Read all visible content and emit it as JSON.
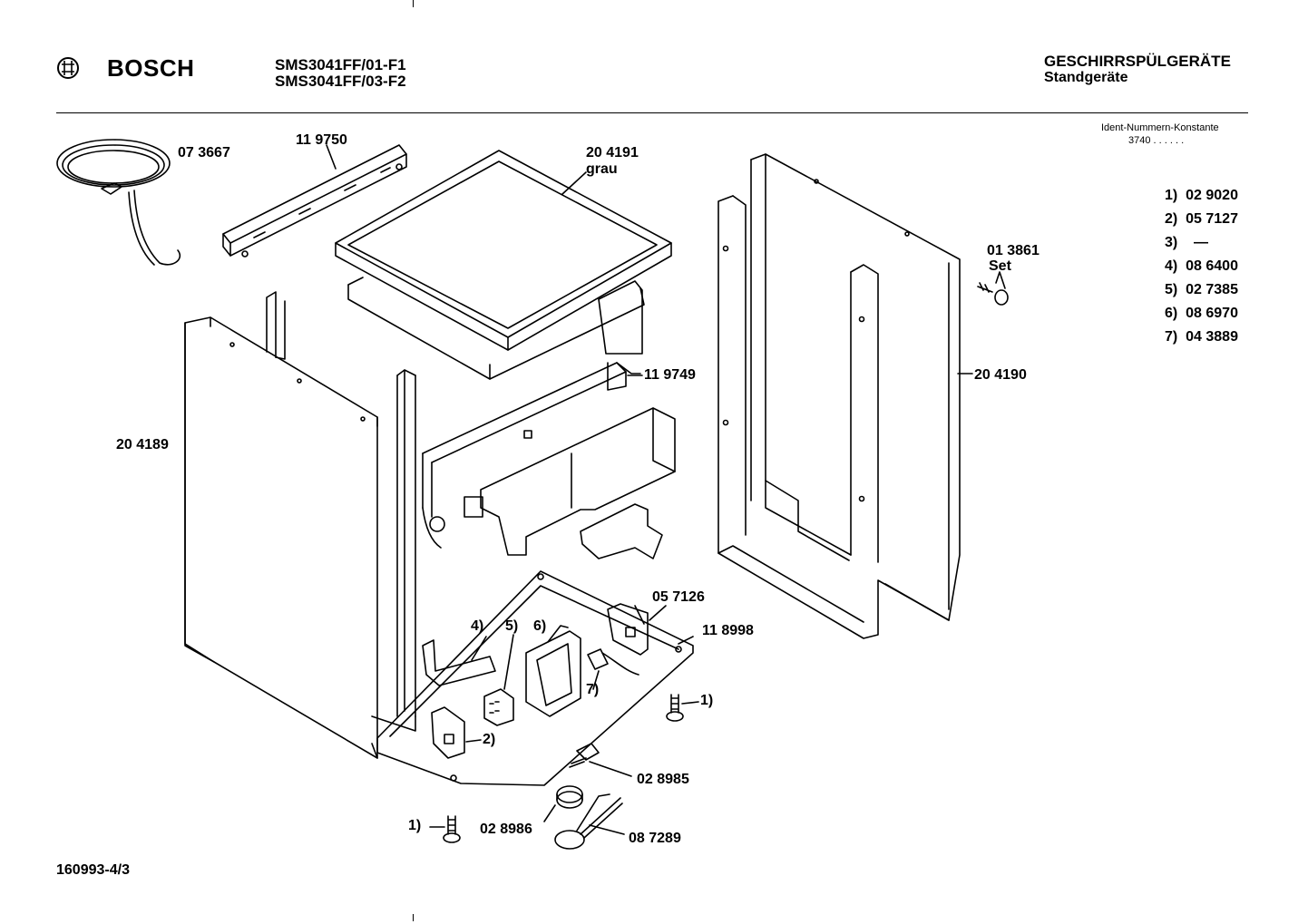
{
  "header": {
    "brand": "BOSCH",
    "model_line_1": "SMS3041FF/01-F1",
    "model_line_2": "SMS3041FF/03-F2",
    "category": "GESCHIRRSPÜLGERÄTE",
    "subcategory": "Standgeräte",
    "ident_title": "Ident-Nummern-Konstante",
    "ident_value": "3740  . .   . . . ."
  },
  "ident_list": [
    {
      "key": "1)",
      "value": "02 9020"
    },
    {
      "key": "2)",
      "value": "05 7127"
    },
    {
      "key": "3)",
      "value": "—"
    },
    {
      "key": "4)",
      "value": "08 6400"
    },
    {
      "key": "5)",
      "value": "02 7385"
    },
    {
      "key": "6)",
      "value": "08 6970"
    },
    {
      "key": "7)",
      "value": "04 3889"
    }
  ],
  "parts": {
    "power_cord": "07 3667",
    "top_rail": "11 9750",
    "worktop": "20 4191",
    "worktop_note": "grau",
    "right_panel": "20 4190",
    "screw_set": "01 3861",
    "screw_set_note": "Set",
    "left_panel": "20 4189",
    "rear_bracket": "11 9749",
    "plate_bracket": "05 7126",
    "base_frame": "11 8998",
    "callout_4": "4)",
    "callout_5": "5)",
    "callout_6": "6)",
    "callout_7": "7)",
    "callout_2": "2)",
    "callout_1a": "1)",
    "callout_1b": "1)",
    "switch": "02 8985",
    "cap": "02 8986",
    "harness": "08 7289"
  },
  "footer": {
    "doc_number": "160993-4/3"
  }
}
